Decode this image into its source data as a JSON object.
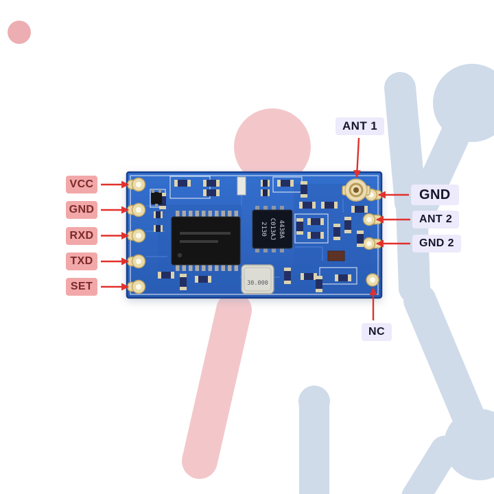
{
  "pinout": {
    "left_pins": [
      {
        "label": "VCC"
      },
      {
        "label": "GND"
      },
      {
        "label": "RXD"
      },
      {
        "label": "TXD"
      },
      {
        "label": "SET"
      }
    ],
    "top_pin": {
      "label": "ANT 1"
    },
    "right_pins": [
      {
        "label": "GND"
      },
      {
        "label": "ANT 2"
      },
      {
        "label": "GND 2"
      }
    ],
    "bottom_pin": {
      "label": "NC"
    }
  },
  "board": {
    "rf_chip": {
      "line1": "4438A",
      "line2": "C013AJ",
      "line3": "2130"
    },
    "crystal": {
      "label": "30.000"
    }
  },
  "colors": {
    "board_blue": "#2f6cc9",
    "board_blue_dark": "#2a5fb8",
    "board_border": "#153f8e",
    "pad_gold": "#e9dbab",
    "pad_gold_edge": "#bfa55e",
    "pad_hole": "#fcf9ec",
    "arrow_red": "#e2302c",
    "label_pink_bg": "#f2a8a8",
    "label_pink_text": "#7c2828",
    "label_lavender_bg": "#eceafb",
    "label_lavender_text": "#15152c",
    "deco_pink": "#f3c7ca",
    "deco_pink_dark": "#ecaeb2",
    "deco_blue": "#cfdbe9"
  }
}
